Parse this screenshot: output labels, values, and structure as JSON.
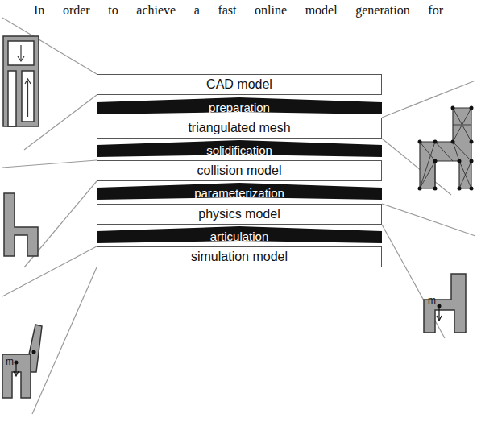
{
  "diagram": {
    "nodes": [
      {
        "text": [
          "CAD model"
        ]
      },
      {
        "text": [
          "preparation"
        ]
      },
      {
        "text": [
          "triangulated mesh"
        ]
      },
      {
        "text": [
          "solidification"
        ]
      },
      {
        "text": [
          "collision model"
        ]
      },
      {
        "text": [
          "parameterization"
        ]
      },
      {
        "text": [
          "physics model"
        ]
      },
      {
        "text": [
          "articulation"
        ]
      },
      {
        "text": [
          "simulation model"
        ]
      }
    ],
    "labels": [
      "In order to achieve a fast online model generation for",
      "m",
      "m"
    ]
  }
}
